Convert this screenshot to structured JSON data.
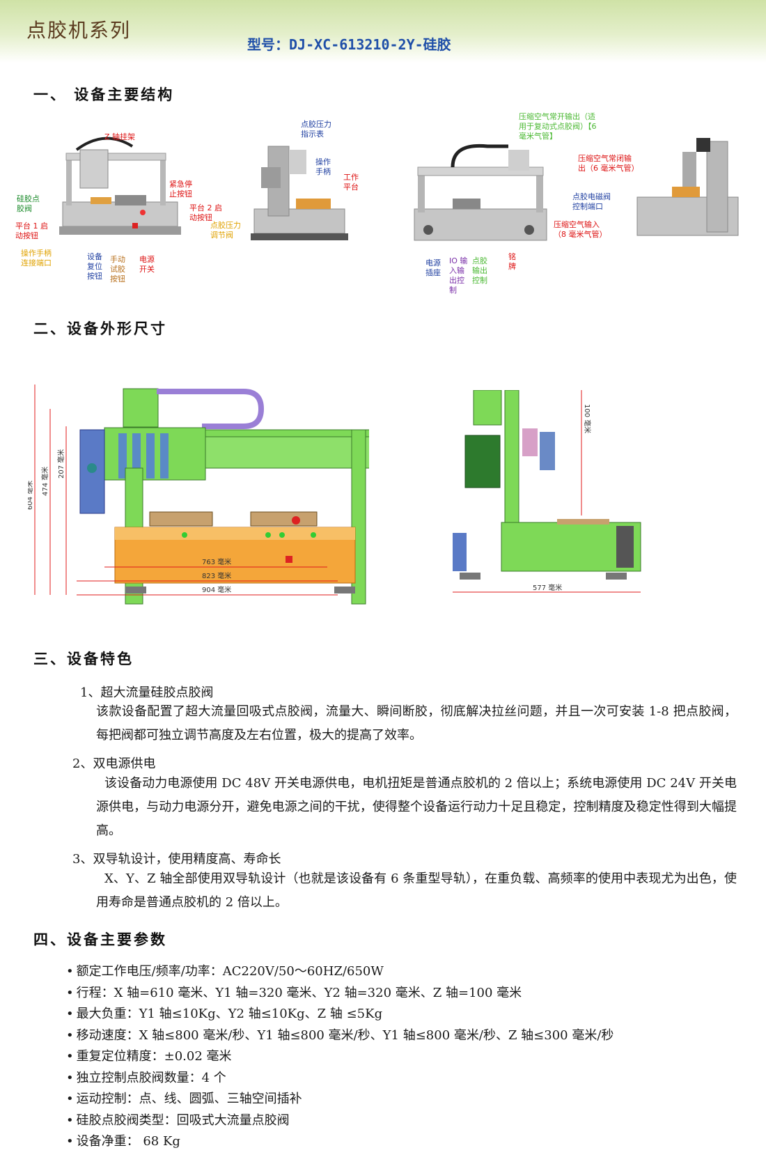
{
  "header": {
    "series": "点胶机系列",
    "model": "型号：DJ-XC-613210-2Y-硅胶"
  },
  "sections": {
    "s1": "一、 设备主要结构",
    "s2": "二、设备外形尺寸",
    "s3": "三、设备特色",
    "s4": "四、设备主要参数"
  },
  "structure": {
    "front_left": {
      "z_frame": "Z 轴挂架",
      "silicone_valve": "硅胶点\n胶阀",
      "estop": "紧急停\n止按钮",
      "platform1": "平台 1 启\n动按钮",
      "platform2": "平台 2 启\n动按钮",
      "handle_port": "操作手柄\n连接端口",
      "reset": "设备\n复位\n按钮",
      "manual_test": "手动\n试胶\n按钮",
      "power_switch": "电源\n开关"
    },
    "side_left": {
      "pressure_gauge": "点胶压力\n指示表",
      "handle": "操作\n手柄",
      "work_platform": "工作\n平台",
      "pressure_valve": "点胶压力\n调节阀"
    },
    "rear": {
      "air_open": "压缩空气常开输出（适\n用于复动式点胶阀）【6\n毫米气管】",
      "air_closed": "压缩空气常闭输\n出（6 毫米气管）",
      "solenoid_port": "点胶电磁阀\n控制端口",
      "air_input": "压缩空气输入\n（8 毫米气管）",
      "power_socket": "电源\n插座",
      "io_control": "IO 输\n入输\n出控\n制",
      "dispense_output": "点胶\n输出\n控制",
      "nameplate": "铭\n牌"
    }
  },
  "dimensions": {
    "front": {
      "h604": "604 毫米",
      "h474": "474 毫米",
      "h207": "207 毫米",
      "w763": "763 毫米",
      "w823": "823 毫米",
      "w904": "904 毫米"
    },
    "side": {
      "h100": "100 毫米",
      "w577": "577 毫米"
    }
  },
  "features": [
    {
      "title": "1、超大流量硅胶点胶阀",
      "body": "该款设备配置了超大流量回吸式点胶阀，流量大、瞬间断胶，彻底解决拉丝问题，并且一次可安装 1-8 把点胶阀，每把阀都可独立调节高度及左右位置，极大的提高了效率。"
    },
    {
      "title": "2、双电源供电",
      "body": "该设备动力电源使用 DC 48V 开关电源供电，电机扭矩是普通点胶机的 2 倍以上；系统电源使用 DC 24V 开关电源供电，与动力电源分开，避免电源之间的干扰，使得整个设备运行动力十足且稳定，控制精度及稳定性得到大幅提高。"
    },
    {
      "title": "3、双导轨设计，使用精度高、寿命长",
      "body": "X、Y、Z 轴全部使用双导轨设计（也就是该设备有 6 条重型导轨），在重负载、高频率的使用中表现尤为出色，使用寿命是普通点胶机的 2 倍以上。"
    }
  ],
  "params": [
    "额定工作电压/频率/功率：AC220V/50～60HZ/650W",
    "行程：X 轴=610 毫米、Y1 轴=320 毫米、Y2 轴=320 毫米、Z 轴=100 毫米",
    "最大负重：Y1 轴≤10Kg、Y2 轴≤10Kg、Z 轴 ≤5Kg",
    "移动速度：X 轴≤800 毫米/秒、Y1 轴≤800 毫米/秒、Y1 轴≤800 毫米/秒、Z 轴≤300 毫米/秒",
    "重复定位精度：±0.02 毫米",
    "独立控制点胶阀数量：4 个",
    "运动控制：点、线、圆弧、三轴空间插补",
    "硅胶点胶阀类型：回吸式大流量点胶阀",
    "设备净重： 68 Kg"
  ],
  "colors": {
    "header_green": "#cfe2a6",
    "model_blue": "#1f4fa8",
    "frame_green": "#7ed957",
    "base_orange": "#f4a63a",
    "dim_red": "#e01b1b"
  }
}
